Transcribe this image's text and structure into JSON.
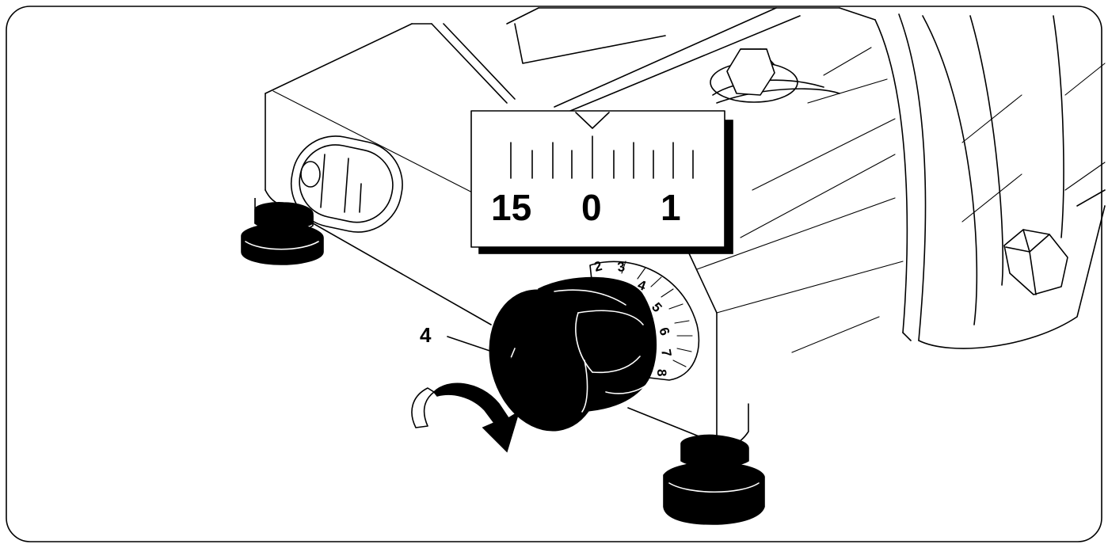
{
  "callout": {
    "label": "4"
  },
  "thickness_scale": {
    "labels": [
      "15",
      "0",
      "1"
    ]
  },
  "dial": {
    "numbers": [
      "2",
      "3",
      "4",
      "5",
      "6",
      "7",
      "8"
    ]
  }
}
